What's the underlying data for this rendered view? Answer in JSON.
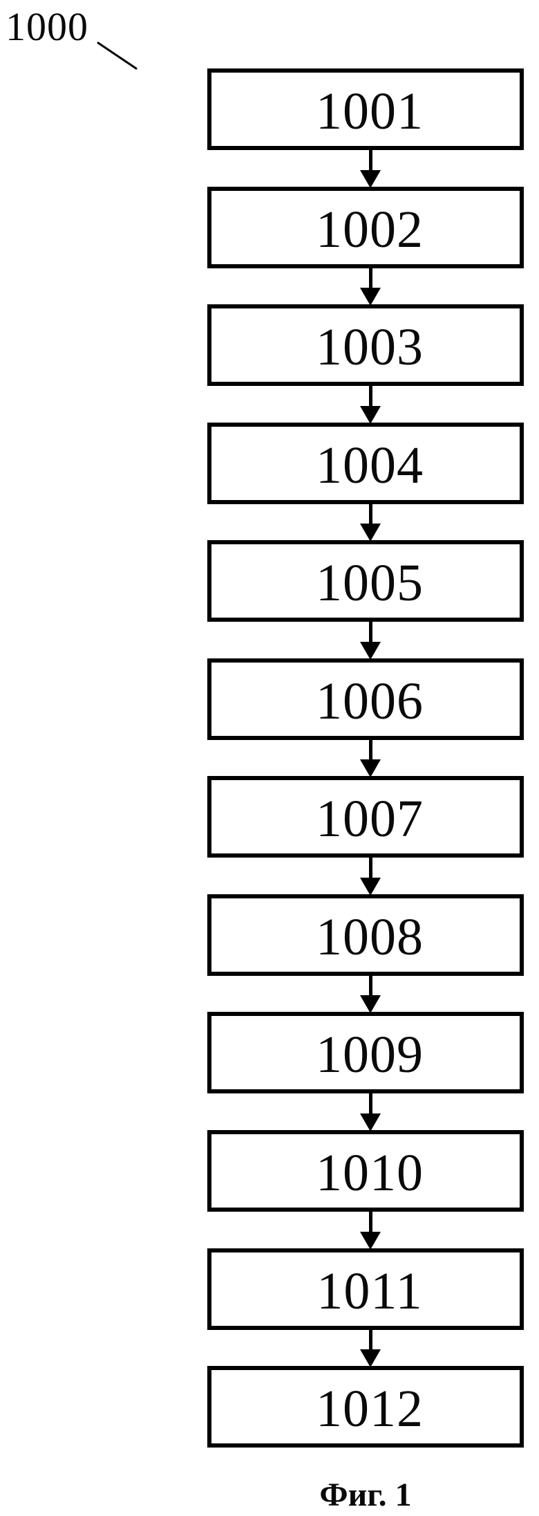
{
  "figure": {
    "reference_label": "1000",
    "caption": "Фиг. 1"
  },
  "flowchart": {
    "type": "vertical-sequence",
    "connector": "down-arrow",
    "nodes": [
      {
        "label": "1001"
      },
      {
        "label": "1002"
      },
      {
        "label": "1003"
      },
      {
        "label": "1004"
      },
      {
        "label": "1005"
      },
      {
        "label": "1006"
      },
      {
        "label": "1007"
      },
      {
        "label": "1008"
      },
      {
        "label": "1009"
      },
      {
        "label": "1010"
      },
      {
        "label": "1011"
      },
      {
        "label": "1012"
      }
    ]
  },
  "colors": {
    "background": "#ffffff",
    "line": "#000000",
    "text": "#0a0a0a"
  }
}
